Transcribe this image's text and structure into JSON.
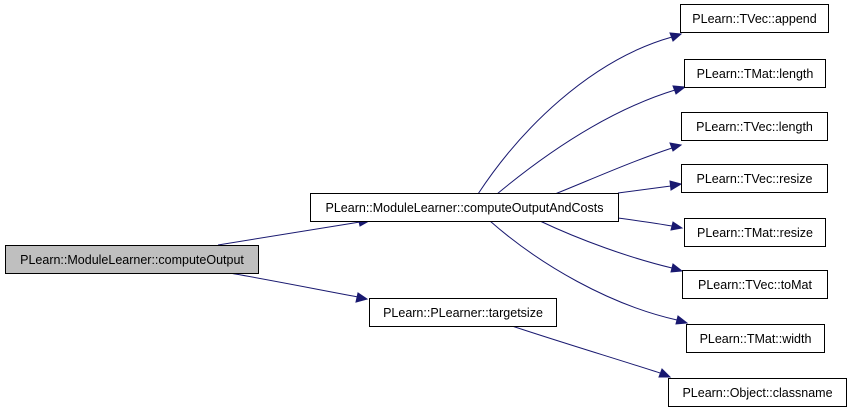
{
  "graph": {
    "nodes": {
      "root": "PLearn::ModuleLearner::computeOutput",
      "compute_output_and_costs": "PLearn::ModuleLearner::computeOutputAndCosts",
      "targetsize": "PLearn::PLearner::targetsize",
      "tvec_append": "PLearn::TVec::append",
      "tmat_length": "PLearn::TMat::length",
      "tvec_length": "PLearn::TVec::length",
      "tvec_resize": "PLearn::TVec::resize",
      "tmat_resize": "PLearn::TMat::resize",
      "tvec_tomat": "PLearn::TVec::toMat",
      "tmat_width": "PLearn::TMat::width",
      "object_classname": "PLearn::Object::classname"
    },
    "edges": [
      [
        "root",
        "compute_output_and_costs"
      ],
      [
        "root",
        "targetsize"
      ],
      [
        "compute_output_and_costs",
        "tvec_append"
      ],
      [
        "compute_output_and_costs",
        "tmat_length"
      ],
      [
        "compute_output_and_costs",
        "tvec_length"
      ],
      [
        "compute_output_and_costs",
        "tvec_resize"
      ],
      [
        "compute_output_and_costs",
        "tmat_resize"
      ],
      [
        "compute_output_and_costs",
        "tvec_tomat"
      ],
      [
        "compute_output_and_costs",
        "tmat_width"
      ],
      [
        "targetsize",
        "object_classname"
      ]
    ],
    "colors": {
      "edge": "#191970",
      "root_fill": "#bfbfbf",
      "node_fill": "#ffffff",
      "node_border": "#000000"
    }
  }
}
